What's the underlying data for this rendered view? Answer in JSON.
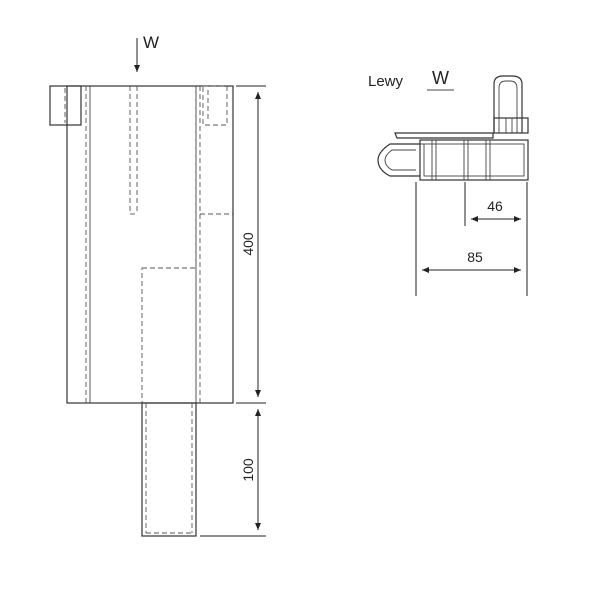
{
  "side_view": {
    "view_label": "W",
    "dim_height_main": "400",
    "dim_height_post": "100"
  },
  "profile_view": {
    "side_label": "Lewy",
    "view_label": "W",
    "dim_inner": "46",
    "dim_outer": "85"
  },
  "colors": {
    "line": "#333333",
    "background": "#ffffff"
  }
}
